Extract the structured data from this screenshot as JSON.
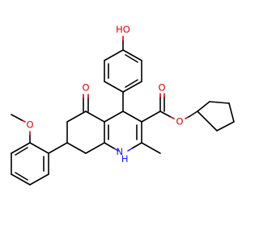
{
  "molecule": {
    "colors": {
      "carbon": "#000000",
      "oxygen": "#e00000",
      "nitrogen": "#1a1aff"
    },
    "labels": {
      "hydroxyl": "HO",
      "ketone_o": "O",
      "ester_carbonyl_o": "O",
      "ester_ether_o": "O",
      "methoxy_o": "O",
      "nh": "NH"
    },
    "nh_parts": {
      "n": "N",
      "h": "H"
    }
  }
}
